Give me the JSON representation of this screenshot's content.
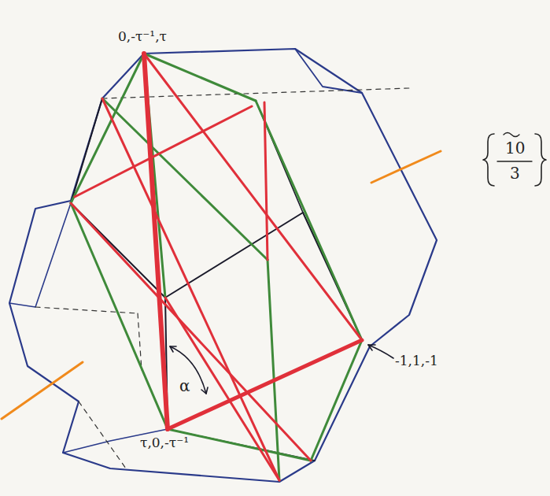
{
  "diagram": {
    "labels": [
      "0,-τ⁻¹,τ",
      "τ,0,-τ⁻¹",
      "-1,1,-1",
      "α",
      "10",
      "3"
    ]
  }
}
